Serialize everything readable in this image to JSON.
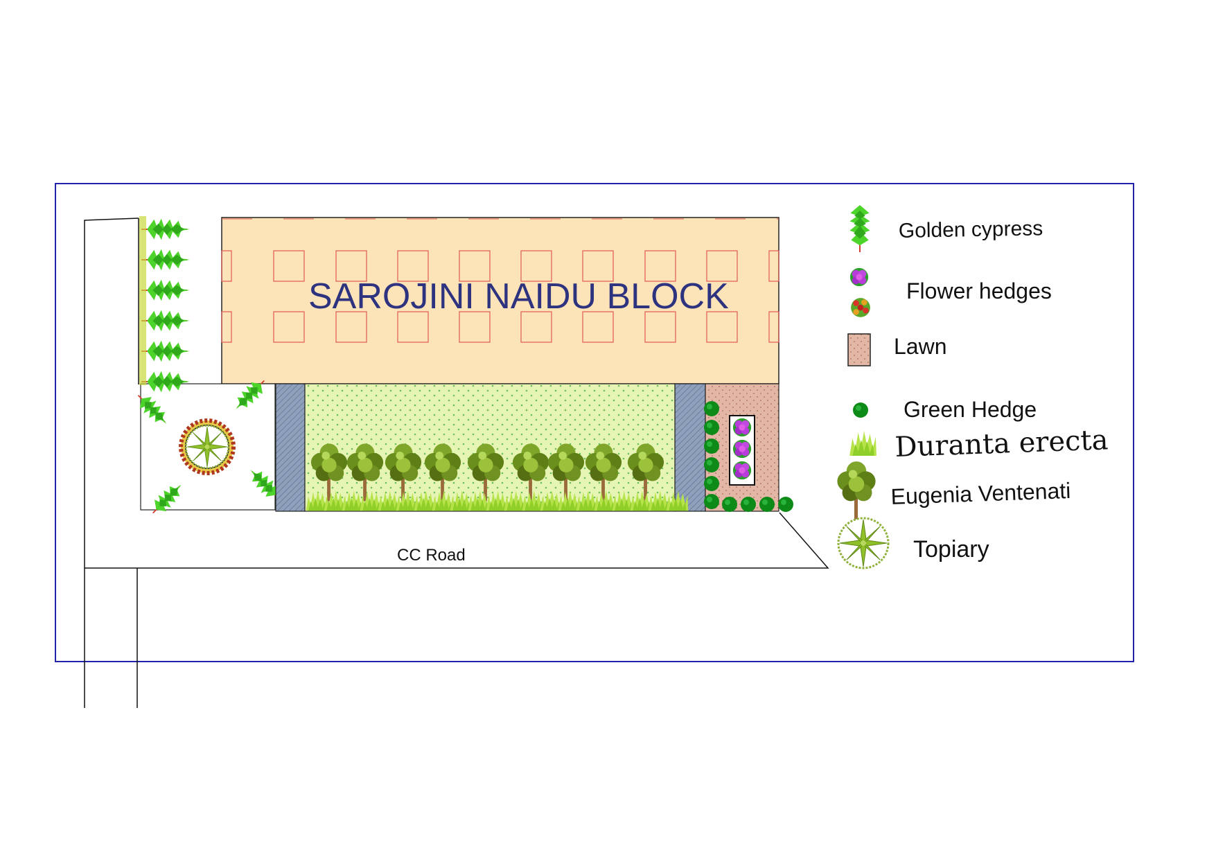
{
  "block_title": "SAROJINI NAIDU BLOCK",
  "road_label": "CC Road",
  "legend": [
    {
      "icon": "golden-cypress-icon",
      "label": "Golden cypress"
    },
    {
      "icon": "flower-hedges-icon",
      "label": "Flower hedges"
    },
    {
      "icon": "lawn-icon",
      "label": "Lawn"
    },
    {
      "icon": "green-hedge-icon",
      "label": "Green Hedge"
    },
    {
      "icon": "duranta-erecta-icon",
      "label": "Duranta erecta"
    },
    {
      "icon": "eugenia-ventenati-icon",
      "label": "Eugenia Ventenati"
    },
    {
      "icon": "topiary-icon",
      "label": "Topiary"
    }
  ],
  "colors": {
    "frame": "#2222aa",
    "building_fill": "#fde3b8",
    "building_grid": "#e05a50",
    "lawn_fill": "#e3b7a5",
    "green_area": "#e6f5b4",
    "paving": "#8ea0bb",
    "cypress": "#4dd42a",
    "hedge": "#0d8a17",
    "flower_purple": "#b83cd9",
    "eugenia": "#6f8f1c",
    "duranta": "#b7e34a"
  }
}
